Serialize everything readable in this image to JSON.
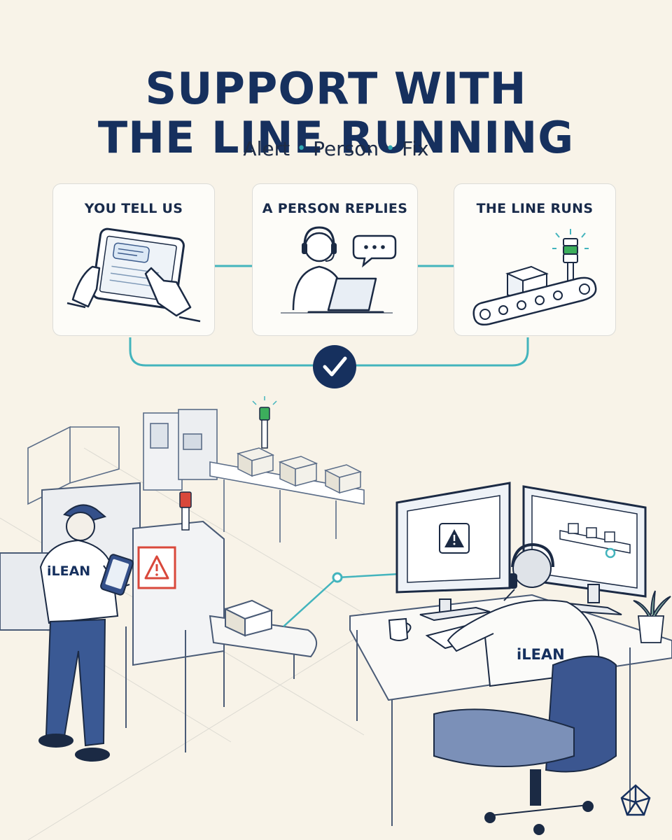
{
  "header": {
    "title_line1": "SUPPORT WITH",
    "title_line2": "THE LINE RUNNING",
    "subtitle_parts": [
      "Alert",
      "Person",
      "Fix"
    ],
    "subtitle_separator": "•"
  },
  "steps": [
    {
      "label": "YOU TELL US",
      "icon": "tablet-icon"
    },
    {
      "label": "A PERSON REPLIES",
      "icon": "support-agent-icon"
    },
    {
      "label": "THE LINE RUNS",
      "icon": "conveyor-icon"
    }
  ],
  "scene": {
    "operator_shirt_logo": "iLEAN",
    "agent_shirt_logo": "iLEAN"
  },
  "colors": {
    "navy": "#16305e",
    "teal": "#2fa7b0",
    "background": "#f8f3e8",
    "alert_red": "#d9483b",
    "ok_green": "#3cae5c"
  }
}
